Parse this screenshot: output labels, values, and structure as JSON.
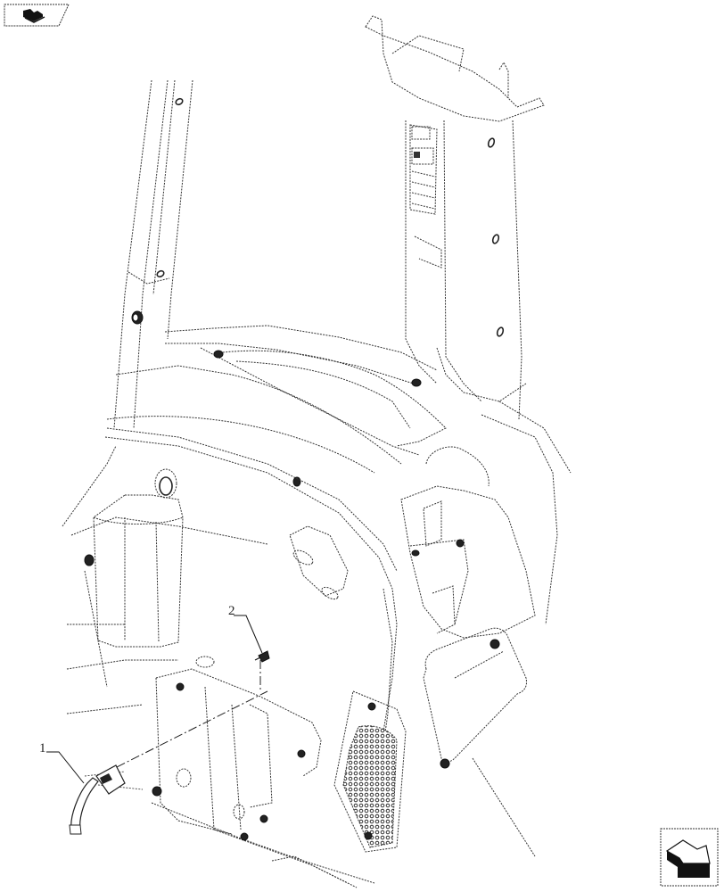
{
  "diagram": {
    "type": "exploded-parts-view",
    "subject": "cab interior rear panel assembly",
    "callouts": [
      {
        "id": "1",
        "label": "1",
        "part": "wiring harness connector"
      },
      {
        "id": "2",
        "label": "2",
        "part": "screw"
      }
    ]
  },
  "navigation": {
    "top_left_icon": "book-index-icon",
    "bottom_right_icon": "previous-page-arrow-icon"
  },
  "colors": {
    "line": "#333333",
    "background": "#ffffff"
  }
}
